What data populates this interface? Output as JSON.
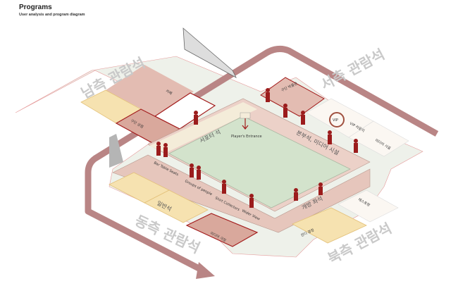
{
  "header": {
    "title": "Programs",
    "subtitle": "User analysis and program diagram"
  },
  "stands": {
    "south": "남측 관람석",
    "west": "서측 관람석",
    "east": "동측 관람석",
    "north": "북측 관람석"
  },
  "tiers": {
    "supporters": "서포터 석",
    "main": "본부석, 미디어 시설",
    "general": "일반석",
    "open": "개방 좌석"
  },
  "labels": {
    "players_entrance": "Player's Entrance",
    "bar_table_seats": "Bar Table Seats",
    "groups_of_people": "Groups of people",
    "shirt_collectors": "Shirt Collectors",
    "wider_view": "Wider View",
    "vip": "VIP",
    "cafe": "카페",
    "museum": "구단 박물관",
    "shop": "구단 상점",
    "lounge": "VIP 라운지",
    "media": "미디어 시설",
    "video": "미디어 극장",
    "park": "잔디 광장",
    "restaurant": "레스토랑"
  },
  "colors": {
    "accent": "#9b1c1c",
    "arrow": "#b98585",
    "field": "#d3e3cc",
    "zone_pink": "#e6c3b8",
    "zone_yellow": "#f6e2b0"
  }
}
